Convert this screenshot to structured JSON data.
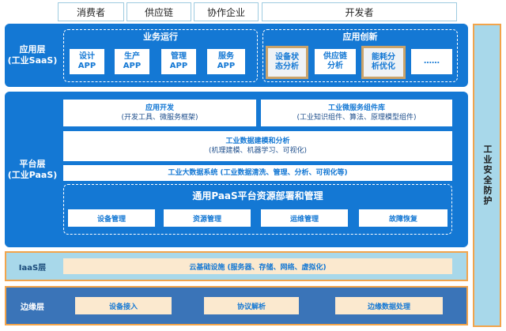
{
  "users": [
    "消费者",
    "供应链",
    "协作企业",
    "开发者"
  ],
  "application_layer": {
    "label_line1": "应用层",
    "label_line2": "(工业SaaS)",
    "business": {
      "title": "业务运行",
      "apps": [
        {
          "l1": "设计",
          "l2": "APP"
        },
        {
          "l1": "生产",
          "l2": "APP"
        },
        {
          "l1": "管理",
          "l2": "APP"
        },
        {
          "l1": "服务",
          "l2": "APP"
        }
      ]
    },
    "innovation": {
      "title": "应用创新",
      "apps": [
        {
          "l1": "设备状",
          "l2": "态分析"
        },
        {
          "l1": "供应链",
          "l2": "分析"
        },
        {
          "l1": "能耗分",
          "l2": "析优化"
        },
        {
          "l1": "……",
          "l2": ""
        }
      ]
    }
  },
  "platform_layer": {
    "label_line1": "平台层",
    "label_line2": "(工业PaaS)",
    "app_dev": {
      "title": "应用开发",
      "sub": "(开发工具、微服务框架)"
    },
    "microservice": {
      "title": "工业微服务组件库",
      "sub": "(工业知识组件、算法、原理模型组件)"
    },
    "modeling": {
      "title": "工业数据建模和分析",
      "sub": "(机理建模、机器学习、可视化)"
    },
    "bigdata": "工业大数据系统 (工业数据清洗、管理、分析、可视化等)",
    "resource": {
      "title": "通用PaaS平台资源部署和管理",
      "services": [
        "设备管理",
        "资源管理",
        "运维管理",
        "故障恢复"
      ]
    }
  },
  "iaas_layer": {
    "label": "IaaS层",
    "content": "云基础设施 (服务器、存储、网络、虚拟化)"
  },
  "edge_layer": {
    "label": "边缘层",
    "items": [
      "设备接入",
      "协议解析",
      "边缘数据处理"
    ]
  },
  "security": "工业安全防护",
  "colors": {
    "layer_blue": "#1478d4",
    "iaas_bg": "#a8d8ea",
    "edge_bg": "#3a74b8",
    "orange_border": "#f2a44b",
    "cream_box": "#fbe9cf"
  }
}
